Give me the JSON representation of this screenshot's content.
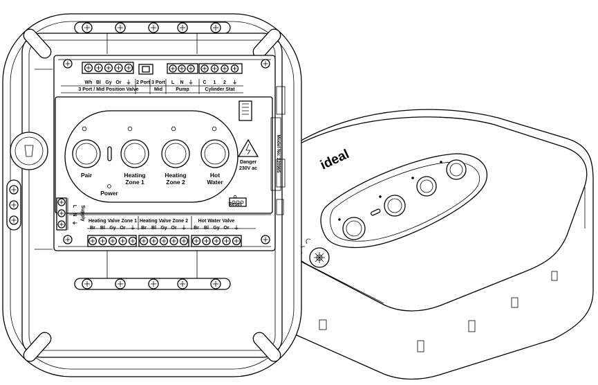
{
  "top_terminals": {
    "valve_group": {
      "pins": [
        "Wh",
        "Bl",
        "Gy",
        "Or",
        "⏚"
      ],
      "title": "3 Port / Mid Position Valve"
    },
    "switch": {
      "left": "2 Port",
      "right_top": "3 Port",
      "right_bottom": "Mid"
    },
    "pump_group": {
      "pins": [
        "L",
        "N",
        "⏚"
      ],
      "title": "Pump"
    },
    "cylinder_group": {
      "pins": [
        "C",
        "1",
        "2",
        "⏚"
      ],
      "title": "Cylinder Stat"
    }
  },
  "model": "Model No: 220965",
  "danger": {
    "line1": "Danger",
    "line2": "230V ac"
  },
  "buttons": [
    {
      "label1": "Pair",
      "label2": ""
    },
    {
      "label1": "Heating",
      "label2": "Zone 1"
    },
    {
      "label1": "Heating",
      "label2": "Zone 2"
    },
    {
      "label1": "Hot",
      "label2": "Water"
    }
  ],
  "power_label": "Power",
  "reset_label": "Reset",
  "supply": {
    "title": "Supply",
    "pins": [
      "L",
      "N",
      "⏚"
    ]
  },
  "bottom_terminals": [
    {
      "title": "Heating Valve Zone 1",
      "pins": [
        "Br",
        "Bl",
        "Gy",
        "Or",
        "⏚"
      ]
    },
    {
      "title": "Heating Valve Zone 2",
      "pins": [
        "Br",
        "Bl",
        "Gy",
        "Or",
        "⏚"
      ]
    },
    {
      "title": "Hot Water Valve",
      "pins": [
        "Br",
        "Bl",
        "Gy",
        "Or",
        "⏚"
      ]
    }
  ],
  "brand": "ideal"
}
